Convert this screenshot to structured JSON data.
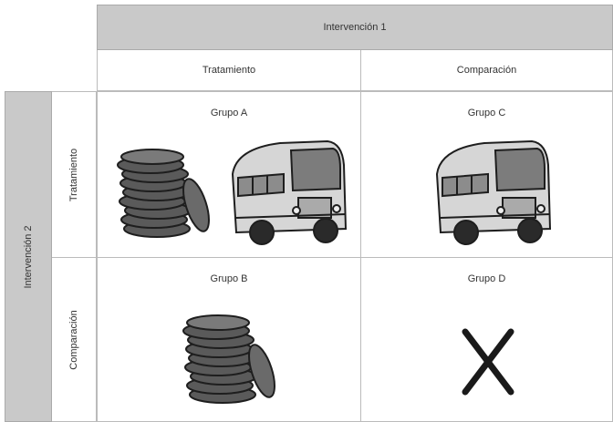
{
  "intervention1": "Intervención 1",
  "intervention2": "Intervención 2",
  "columns": [
    "Tratamiento",
    "Comparación"
  ],
  "rows": [
    "Tratamiento",
    "Comparación"
  ],
  "cells": {
    "a": {
      "label": "Grupo A",
      "icons": [
        "coins-icon",
        "bus-icon"
      ]
    },
    "c": {
      "label": "Grupo C",
      "icons": [
        "bus-icon"
      ]
    },
    "b": {
      "label": "Grupo B",
      "icons": [
        "coins-icon"
      ]
    },
    "d": {
      "label": "Grupo D",
      "icons": [
        "x-mark-icon"
      ]
    }
  },
  "colors": {
    "header_band": "#c9c9c9",
    "border": "#bbbbbb",
    "icon_dark": "#2a2a2a"
  }
}
